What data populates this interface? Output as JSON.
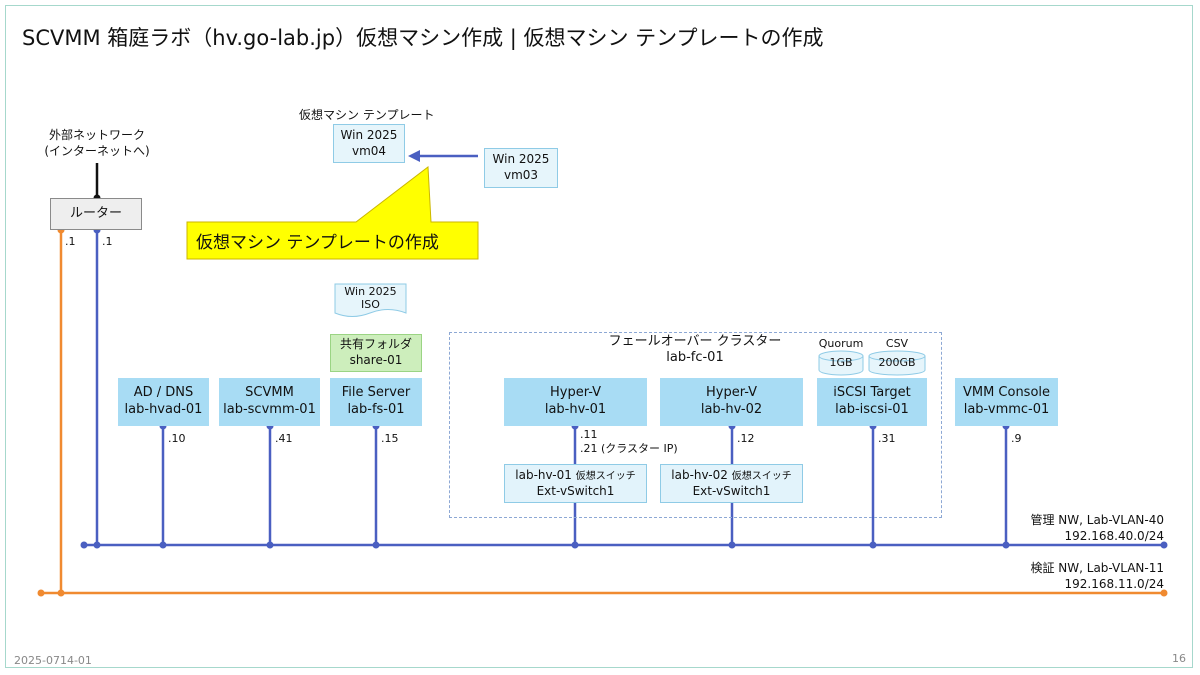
{
  "title": "SCVMM 箱庭ラボ（hv.go-lab.jp）仮想マシン作成 | 仮想マシン テンプレートの作成",
  "external_network": {
    "line1": "外部ネットワーク",
    "line2": "(インターネットへ)"
  },
  "router": {
    "label": "ルーター",
    "ip_orange": ".1",
    "ip_blue": ".1"
  },
  "vm_template": {
    "header": "仮想マシン テンプレート",
    "template": {
      "line1": "Win 2025",
      "line2": "vm04"
    },
    "source": {
      "line1": "Win 2025",
      "line2": "vm03"
    }
  },
  "callout": {
    "text": "仮想マシン テンプレートの作成"
  },
  "iso": {
    "line1": "Win 2025",
    "line2": "ISO"
  },
  "share_folder": {
    "line1": "共有フォルダ",
    "line2": "share-01"
  },
  "cluster": {
    "line1": "フェールオーバー クラスター",
    "line2": "lab-fc-01"
  },
  "storage": {
    "quorum_label": "Quorum",
    "quorum_size": "1GB",
    "csv_label": "CSV",
    "csv_size": "200GB"
  },
  "servers": [
    {
      "line1": "AD / DNS",
      "line2": "lab-hvad-01",
      "ip": ".10"
    },
    {
      "line1": "SCVMM",
      "line2": "lab-scvmm-01",
      "ip": ".41"
    },
    {
      "line1": "File Server",
      "line2": "lab-fs-01",
      "ip": ".15"
    },
    {
      "line1": "Hyper-V",
      "line2": "lab-hv-01",
      "ip": ".11",
      "ip2": ".21 (クラスター IP)"
    },
    {
      "line1": "Hyper-V",
      "line2": "lab-hv-02",
      "ip": ".12"
    },
    {
      "line1": "iSCSI Target",
      "line2": "lab-iscsi-01",
      "ip": ".31"
    },
    {
      "line1": "VMM Console",
      "line2": "lab-vmmc-01",
      "ip": ".9"
    }
  ],
  "vswitches": [
    {
      "name": "lab-hv-01",
      "suffix": "仮想スイッチ",
      "line2": "Ext-vSwitch1"
    },
    {
      "name": "lab-hv-02",
      "suffix": "仮想スイッチ",
      "line2": "Ext-vSwitch1"
    }
  ],
  "networks": {
    "management": {
      "line1": "管理 NW, Lab-VLAN-40",
      "line2": "192.168.40.0/24",
      "color": "#4a5fc1"
    },
    "verification": {
      "line1": "検証 NW, Lab-VLAN-11",
      "line2": "192.168.11.0/24",
      "color": "#f08a30"
    }
  },
  "footer": {
    "doc_id": "2025-0714-01",
    "page": "16"
  }
}
